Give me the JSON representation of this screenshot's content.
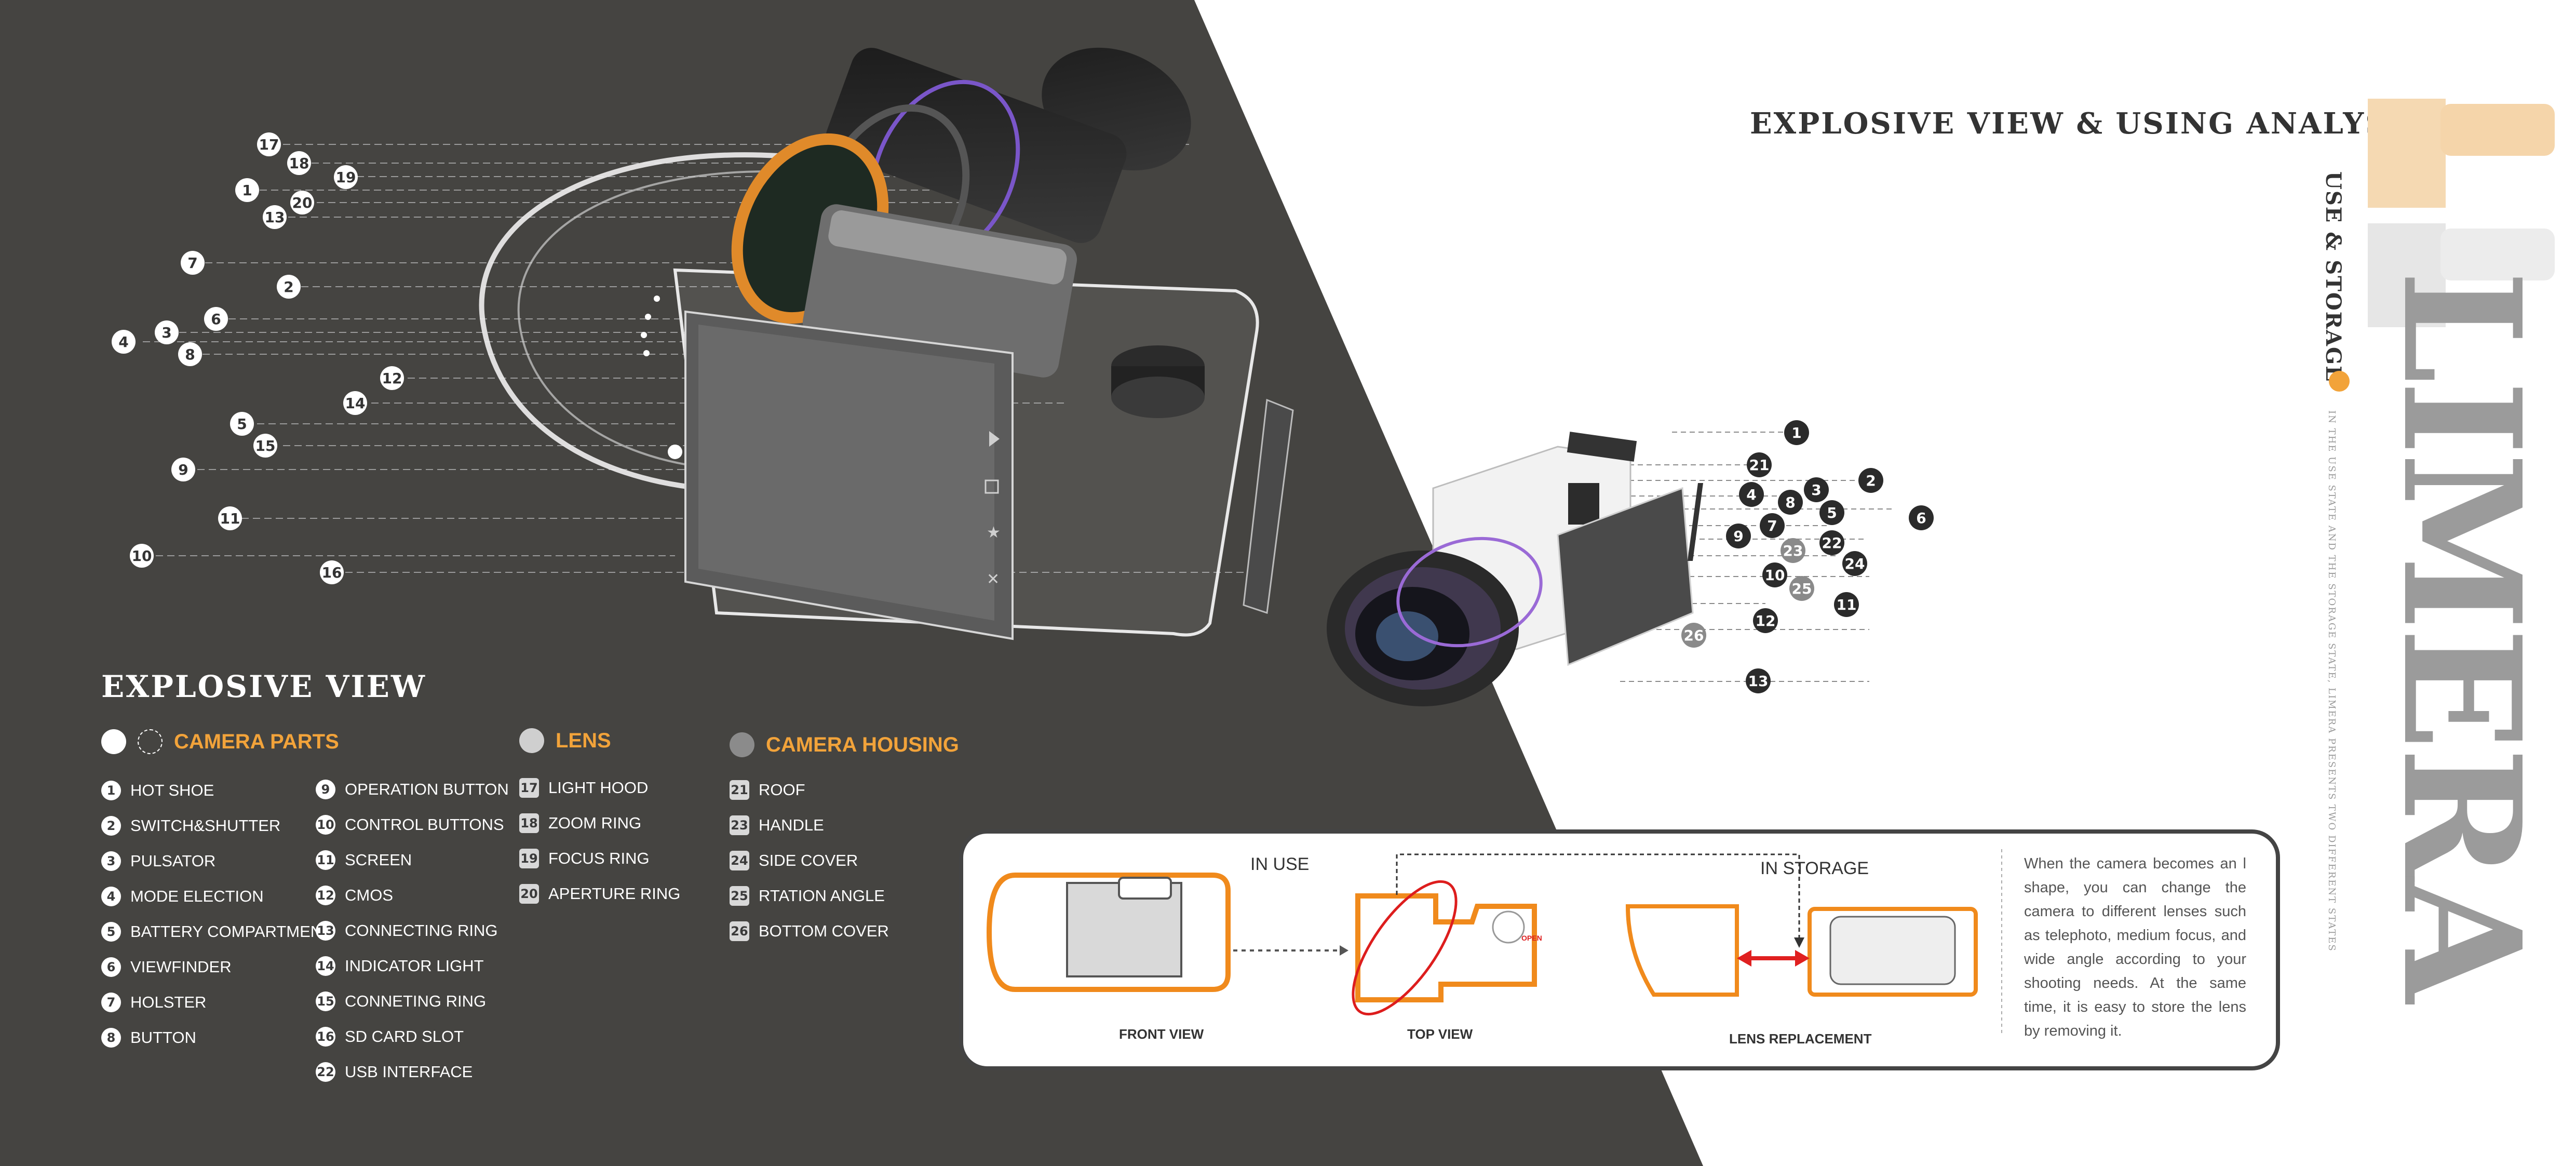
{
  "main_title": "EXPLOSIVE VIEW & USING ANALYSIS",
  "section_title": "EXPLOSIVE VIEW",
  "side": {
    "brand": "LIMERA",
    "subtitle": "USE & STORAGE",
    "tagline": "IN THE USE STATE AND THE STORAGE STATE, LIMERA PRESENTS TWO DIFFERENT STATES"
  },
  "legend": {
    "camera_parts": {
      "heading": "CAMERA PARTS",
      "col1": [
        {
          "num": "1",
          "label": "HOT SHOE"
        },
        {
          "num": "2",
          "label": "SWITCH&SHUTTER"
        },
        {
          "num": "3",
          "label": "PULSATOR"
        },
        {
          "num": "4",
          "label": "MODE ELECTION"
        },
        {
          "num": "5",
          "label": "BATTERY COMPARTMENT"
        },
        {
          "num": "6",
          "label": "VIEWFINDER"
        },
        {
          "num": "7",
          "label": "HOLSTER"
        },
        {
          "num": "8",
          "label": "BUTTON"
        }
      ],
      "col2": [
        {
          "num": "9",
          "label": "OPERATION BUTTON"
        },
        {
          "num": "10",
          "label": "CONTROL BUTTONS"
        },
        {
          "num": "11",
          "label": "SCREEN"
        },
        {
          "num": "12",
          "label": "CMOS"
        },
        {
          "num": "13",
          "label": "CONNECTING RING"
        },
        {
          "num": "14",
          "label": "INDICATOR LIGHT"
        },
        {
          "num": "15",
          "label": "CONNETING RING"
        },
        {
          "num": "16",
          "label": "SD CARD SLOT"
        },
        {
          "num": "22",
          "label": "USB INTERFACE"
        }
      ]
    },
    "lens": {
      "heading": "LENS",
      "items": [
        {
          "num": "17",
          "label": "LIGHT HOOD"
        },
        {
          "num": "18",
          "label": "ZOOM RING"
        },
        {
          "num": "19",
          "label": "FOCUS RING"
        },
        {
          "num": "20",
          "label": "APERTURE RING"
        }
      ]
    },
    "housing": {
      "heading": "CAMERA HOUSING",
      "items": [
        {
          "num": "21",
          "label": "ROOF"
        },
        {
          "num": "23",
          "label": "HANDLE"
        },
        {
          "num": "24",
          "label": "SIDE COVER"
        },
        {
          "num": "25",
          "label": "RTATION ANGLE"
        },
        {
          "num": "26",
          "label": "BOTTOM COVER"
        }
      ]
    }
  },
  "left_callouts": [
    "17",
    "18",
    "19",
    "1",
    "20",
    "13",
    "7",
    "2",
    "6",
    "3",
    "4",
    "8",
    "12",
    "14",
    "5",
    "15",
    "9",
    "11",
    "10",
    "16"
  ],
  "right_callouts": [
    "1",
    "21",
    "2",
    "4",
    "3",
    "8",
    "5",
    "6",
    "9",
    "7",
    "23",
    "22",
    "24",
    "10",
    "25",
    "11",
    "12",
    "26",
    "13"
  ],
  "usage": {
    "in_use": "IN USE",
    "in_storage": "IN STORAGE",
    "front_view": "FRONT VIEW",
    "top_view": "TOP VIEW",
    "lens_replacement": "LENS REPLACEMENT",
    "open_label": "OPEN",
    "description": "When the camera becomes an l shape, you can change the camera to different lenses such as telephoto, medium focus, and wide angle according to your shooting needs. At the same time, it is easy to store the lens by removing it."
  },
  "colors": {
    "dark_panel": "#454441",
    "accent_orange": "#f2a33a",
    "heading_grey": "#333333"
  }
}
